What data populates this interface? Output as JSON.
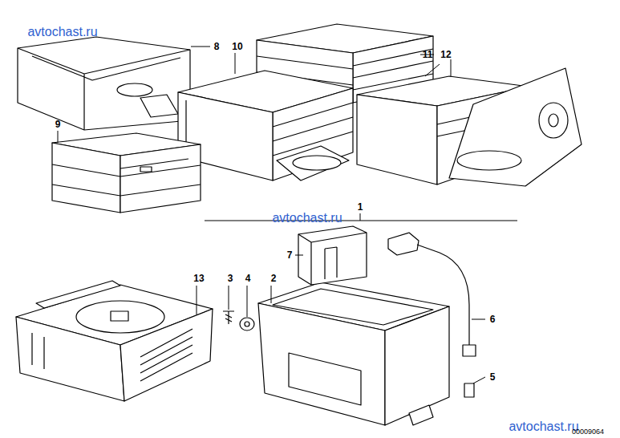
{
  "diagram": {
    "labels": [
      "avtochast.ru",
      "8",
      "10",
      "11",
      "12",
      "9",
      "1",
      "avtochast.ru",
      "7",
      "13",
      "3",
      "4",
      "2",
      "6",
      "5",
      "avtochast.ru",
      "00009064"
    ]
  }
}
